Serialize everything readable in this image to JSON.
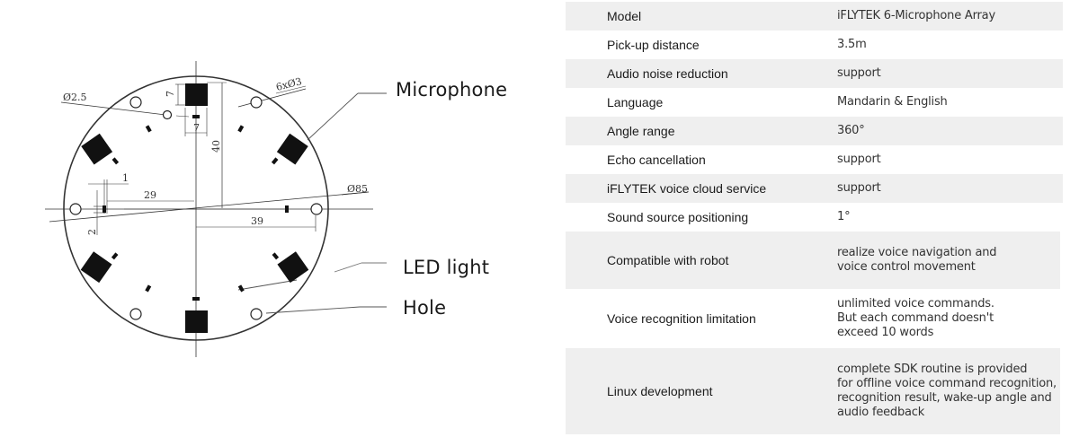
{
  "diagram": {
    "callouts": {
      "microphone": "Microphone",
      "led_light": "LED light",
      "hole": "Hole"
    },
    "dimensions": {
      "small_hole_dia": "Ø2.5",
      "holes": "6xØ3",
      "board_dia": "Ø85",
      "mic_height": "7",
      "mic_width": "7",
      "mic_offset": "40",
      "inner_radius": "29",
      "hole_radius": "39",
      "led_width": "1",
      "led_height": "2"
    }
  },
  "specs": {
    "rows": [
      {
        "label": "Model",
        "value": "iFLYTEK 6-Microphone Array"
      },
      {
        "label": "Pick-up distance",
        "value": "3.5m"
      },
      {
        "label": "Audio noise reduction",
        "value": "support"
      },
      {
        "label": "Language",
        "value": "Mandarin & English"
      },
      {
        "label": "Angle range",
        "value": "360°"
      },
      {
        "label": "Echo cancellation",
        "value": "support"
      },
      {
        "label": "iFLYTEK voice cloud service",
        "value": "support"
      },
      {
        "label": "Sound source positioning",
        "value": "1°"
      },
      {
        "label": "Compatible with robot",
        "value": "realize voice navigation and\nvoice control movement"
      },
      {
        "label": "Voice recognition limitation",
        "value": "unlimited voice commands.\nBut each command doesn't\nexceed 10 words"
      },
      {
        "label": "Linux development",
        "value": "complete SDK routine is provided\nfor offline voice command recognition,\nrecognition result, wake-up angle and\naudio feedback"
      }
    ]
  }
}
